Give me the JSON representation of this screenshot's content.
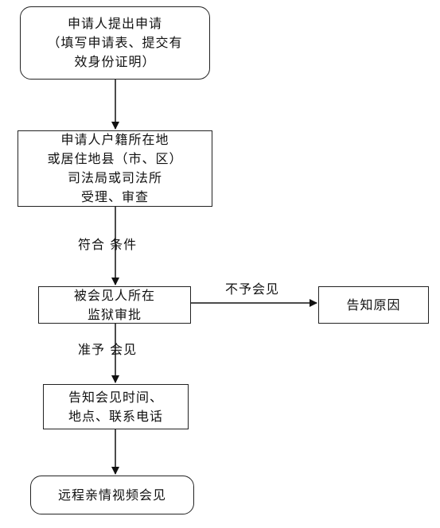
{
  "flowchart": {
    "nodes": {
      "apply": "申请人提出申请\n（填写申请表、提交有\n效身份证明）",
      "accept": "申请人户籍所在地\n或居住地县（市、区）\n司法局或司法所\n受理、审查",
      "prison": "被会见人所在\n监狱审批",
      "reject_reason": "告知原因",
      "notify": "告知会见时间、\n地点、联系电话",
      "video_meeting": "远程亲情视频会见"
    },
    "edge_labels": {
      "qualified": "符合 条件",
      "denied": "不予会见",
      "approved": "准予 会见"
    }
  }
}
